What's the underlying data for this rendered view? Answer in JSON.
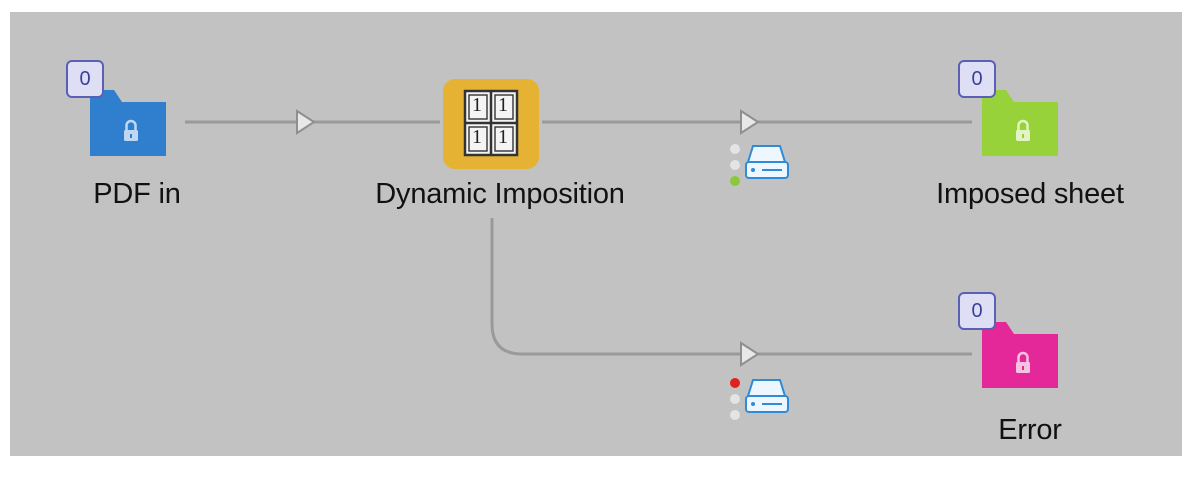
{
  "colors": {
    "canvas_background": "#c2c2c2",
    "connector": "#9a9a9a",
    "folder_blue": "#2f7fce",
    "folder_green": "#98d23a",
    "folder_magenta": "#e4289a",
    "task_yellow": "#e6b234",
    "status_green": "#8bc83a",
    "status_red": "#e0221e",
    "status_idle": "#e4e4e4",
    "badge_border": "#5b5fb6"
  },
  "nodes": {
    "pdf_in": {
      "label": "PDF in",
      "count": "0",
      "icon": "lock-icon"
    },
    "dynamic_imposition": {
      "label": "Dynamic Imposition",
      "icon": "imposition-grid-icon",
      "glyph": "1"
    },
    "imposed_sheet": {
      "label": "Imposed sheet",
      "count": "0",
      "icon": "lock-icon"
    },
    "error": {
      "label": "Error",
      "count": "0",
      "icon": "lock-icon"
    }
  },
  "connections": {
    "success": {
      "status": "green",
      "icon": "hard-drive-icon"
    },
    "error": {
      "status": "red",
      "icon": "hard-drive-icon"
    }
  }
}
